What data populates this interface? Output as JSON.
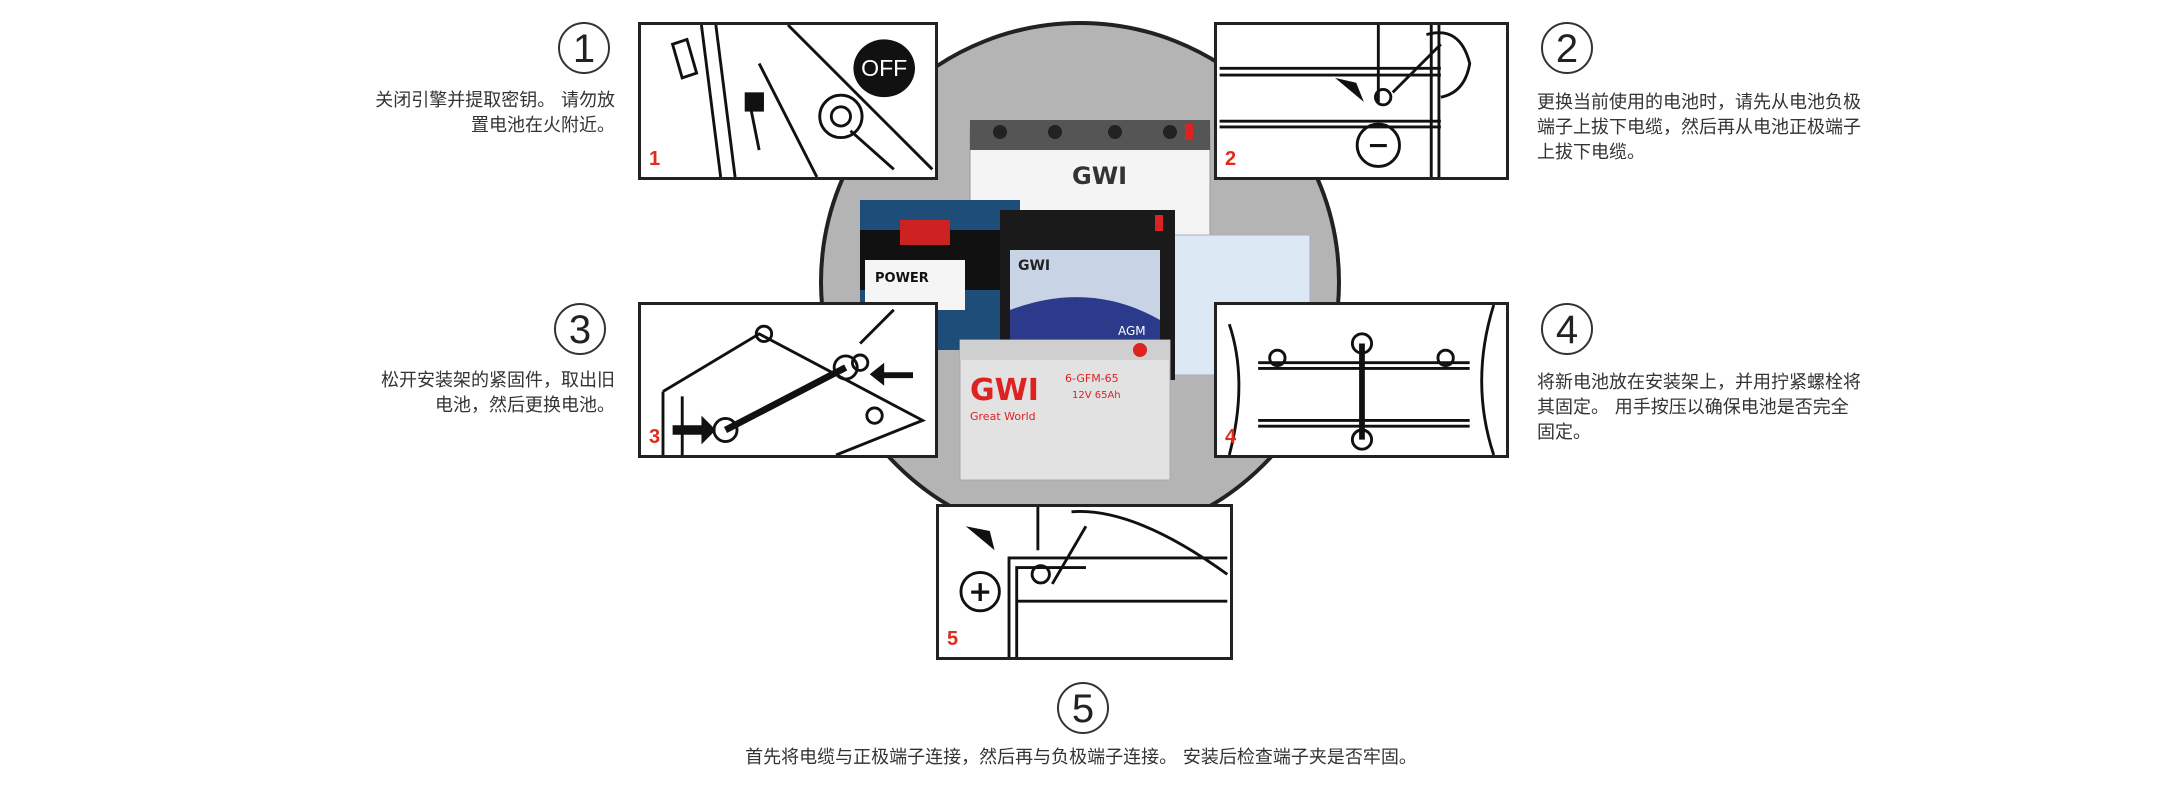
{
  "steps": [
    {
      "number": "1",
      "panel_label": "1",
      "overlay": "OFF",
      "text": "关闭引擎并提取密钥。 请勿放置电池在火附近。",
      "lines": [
        "关闭引擎并提取密钥。 请勿放",
        "置电池在火附近。"
      ]
    },
    {
      "number": "2",
      "panel_label": "2",
      "overlay": "−",
      "lines": [
        "更换当前使用的电池时，请先从电池负极",
        "端子上拔下电缆，然后再从电池正极端子",
        "上拔下电缆。"
      ]
    },
    {
      "number": "3",
      "panel_label": "3",
      "lines": [
        "松开安装架的紧固件，取出旧",
        "电池，然后更换电池。"
      ]
    },
    {
      "number": "4",
      "panel_label": "4",
      "lines": [
        "将新电池放在安装架上，并用拧紧螺栓将",
        "其固定。 用手按压以确保电池是否完全",
        "固定。"
      ]
    },
    {
      "number": "5",
      "panel_label": "5",
      "overlay": "+",
      "lines": [
        "首先将电缆与正极端子连接，然后再与负极端子连接。 安装后检查端子夹是否牢固。"
      ]
    }
  ],
  "products": {
    "brand": "GWI",
    "brand_sub": "Great World",
    "model": "6-GFM-65",
    "spec": "12V 65Ah",
    "agm": "AGM",
    "power": "POWER"
  },
  "colors": {
    "circle": "#b4b4b4",
    "accent": "#e02a1a",
    "line": "#222222"
  }
}
